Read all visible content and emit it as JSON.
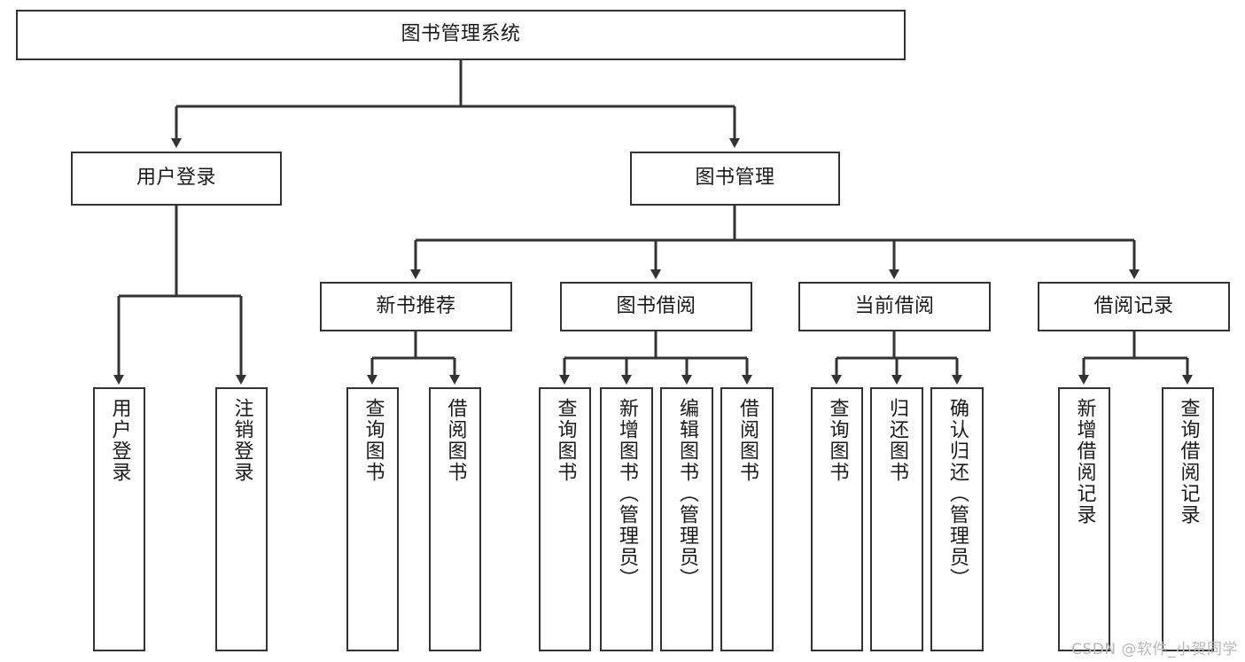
{
  "diagram": {
    "type": "tree",
    "title": "图书管理系统",
    "theme": {
      "background": "#ffffff",
      "node_border": "#333333",
      "node_fill": "#ffffff",
      "edge_color": "#333333",
      "text_color": "#1a1a1a",
      "watermark_color": "#b8b8b8"
    },
    "root": {
      "label": "图书管理系统"
    },
    "level1": [
      {
        "id": "user-login",
        "label": "用户登录"
      },
      {
        "id": "book-manage",
        "label": "图书管理"
      }
    ],
    "level2": [
      {
        "id": "new-book-recommend",
        "label": "新书推荐",
        "parent": "book-manage"
      },
      {
        "id": "book-borrow",
        "label": "图书借阅",
        "parent": "book-manage"
      },
      {
        "id": "current-borrow",
        "label": "当前借阅",
        "parent": "book-manage"
      },
      {
        "id": "borrow-record",
        "label": "借阅记录",
        "parent": "book-manage"
      }
    ],
    "leaves": {
      "user_login": [
        {
          "id": "leaf-user-login",
          "label": "用户登录"
        },
        {
          "id": "leaf-user-logout",
          "label": "注销登录"
        }
      ],
      "new_book_recommend": [
        {
          "id": "leaf-query-book-1",
          "label": "查询图书"
        },
        {
          "id": "leaf-borrow-book-1",
          "label": "借阅图书"
        }
      ],
      "book_borrow": [
        {
          "id": "leaf-query-book-2",
          "label": "查询图书"
        },
        {
          "id": "leaf-add-book",
          "label": "新增图书（管理员）"
        },
        {
          "id": "leaf-edit-book",
          "label": "编辑图书（管理员）"
        },
        {
          "id": "leaf-borrow-book-2",
          "label": "借阅图书"
        }
      ],
      "current_borrow": [
        {
          "id": "leaf-query-book-3",
          "label": "查询图书"
        },
        {
          "id": "leaf-return-book",
          "label": "归还图书"
        },
        {
          "id": "leaf-confirm-return",
          "label": "确认归还（管理员）"
        }
      ],
      "borrow_record": [
        {
          "id": "leaf-add-record",
          "label": "新增借阅记录"
        },
        {
          "id": "leaf-query-record",
          "label": "查询借阅记录"
        }
      ]
    }
  },
  "watermark": {
    "text": "CSDN @软件_小贺同学"
  }
}
